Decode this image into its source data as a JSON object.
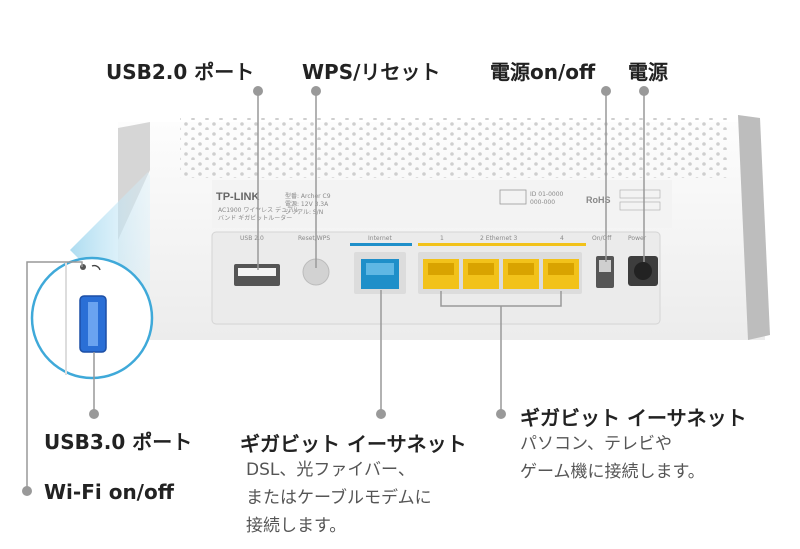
{
  "labels": {
    "usb2": "USB2.0 ポート",
    "wps": "WPS/リセット",
    "power_switch": "電源on/off",
    "power": "電源",
    "usb3": "USB3.0 ポート",
    "wifi": "Wi-Fi on/off",
    "gigabit_internet": "ギガビット イーサネット",
    "gigabit_internet_desc": [
      "DSL、光ファイバー、",
      "またはケーブルモデムに",
      "接続します。"
    ],
    "gigabit_lan": "ギガビット イーサネット",
    "gigabit_lan_desc": [
      "パソコン、テレビや",
      "ゲーム機に接続します。"
    ]
  },
  "router": {
    "logo": "TP-LINK",
    "port_labels": [
      "USB 2.0",
      "Reset/WPS",
      "Internet",
      "1",
      "2  Ethernet  3",
      "4",
      "On/Off",
      "Power"
    ],
    "sticker_text": "RoHS"
  },
  "colors": {
    "internet_port": "#1f8fc9",
    "lan_port": "#f2c21a",
    "usb3_port": "#2a6fd6",
    "leader": "#999999"
  }
}
